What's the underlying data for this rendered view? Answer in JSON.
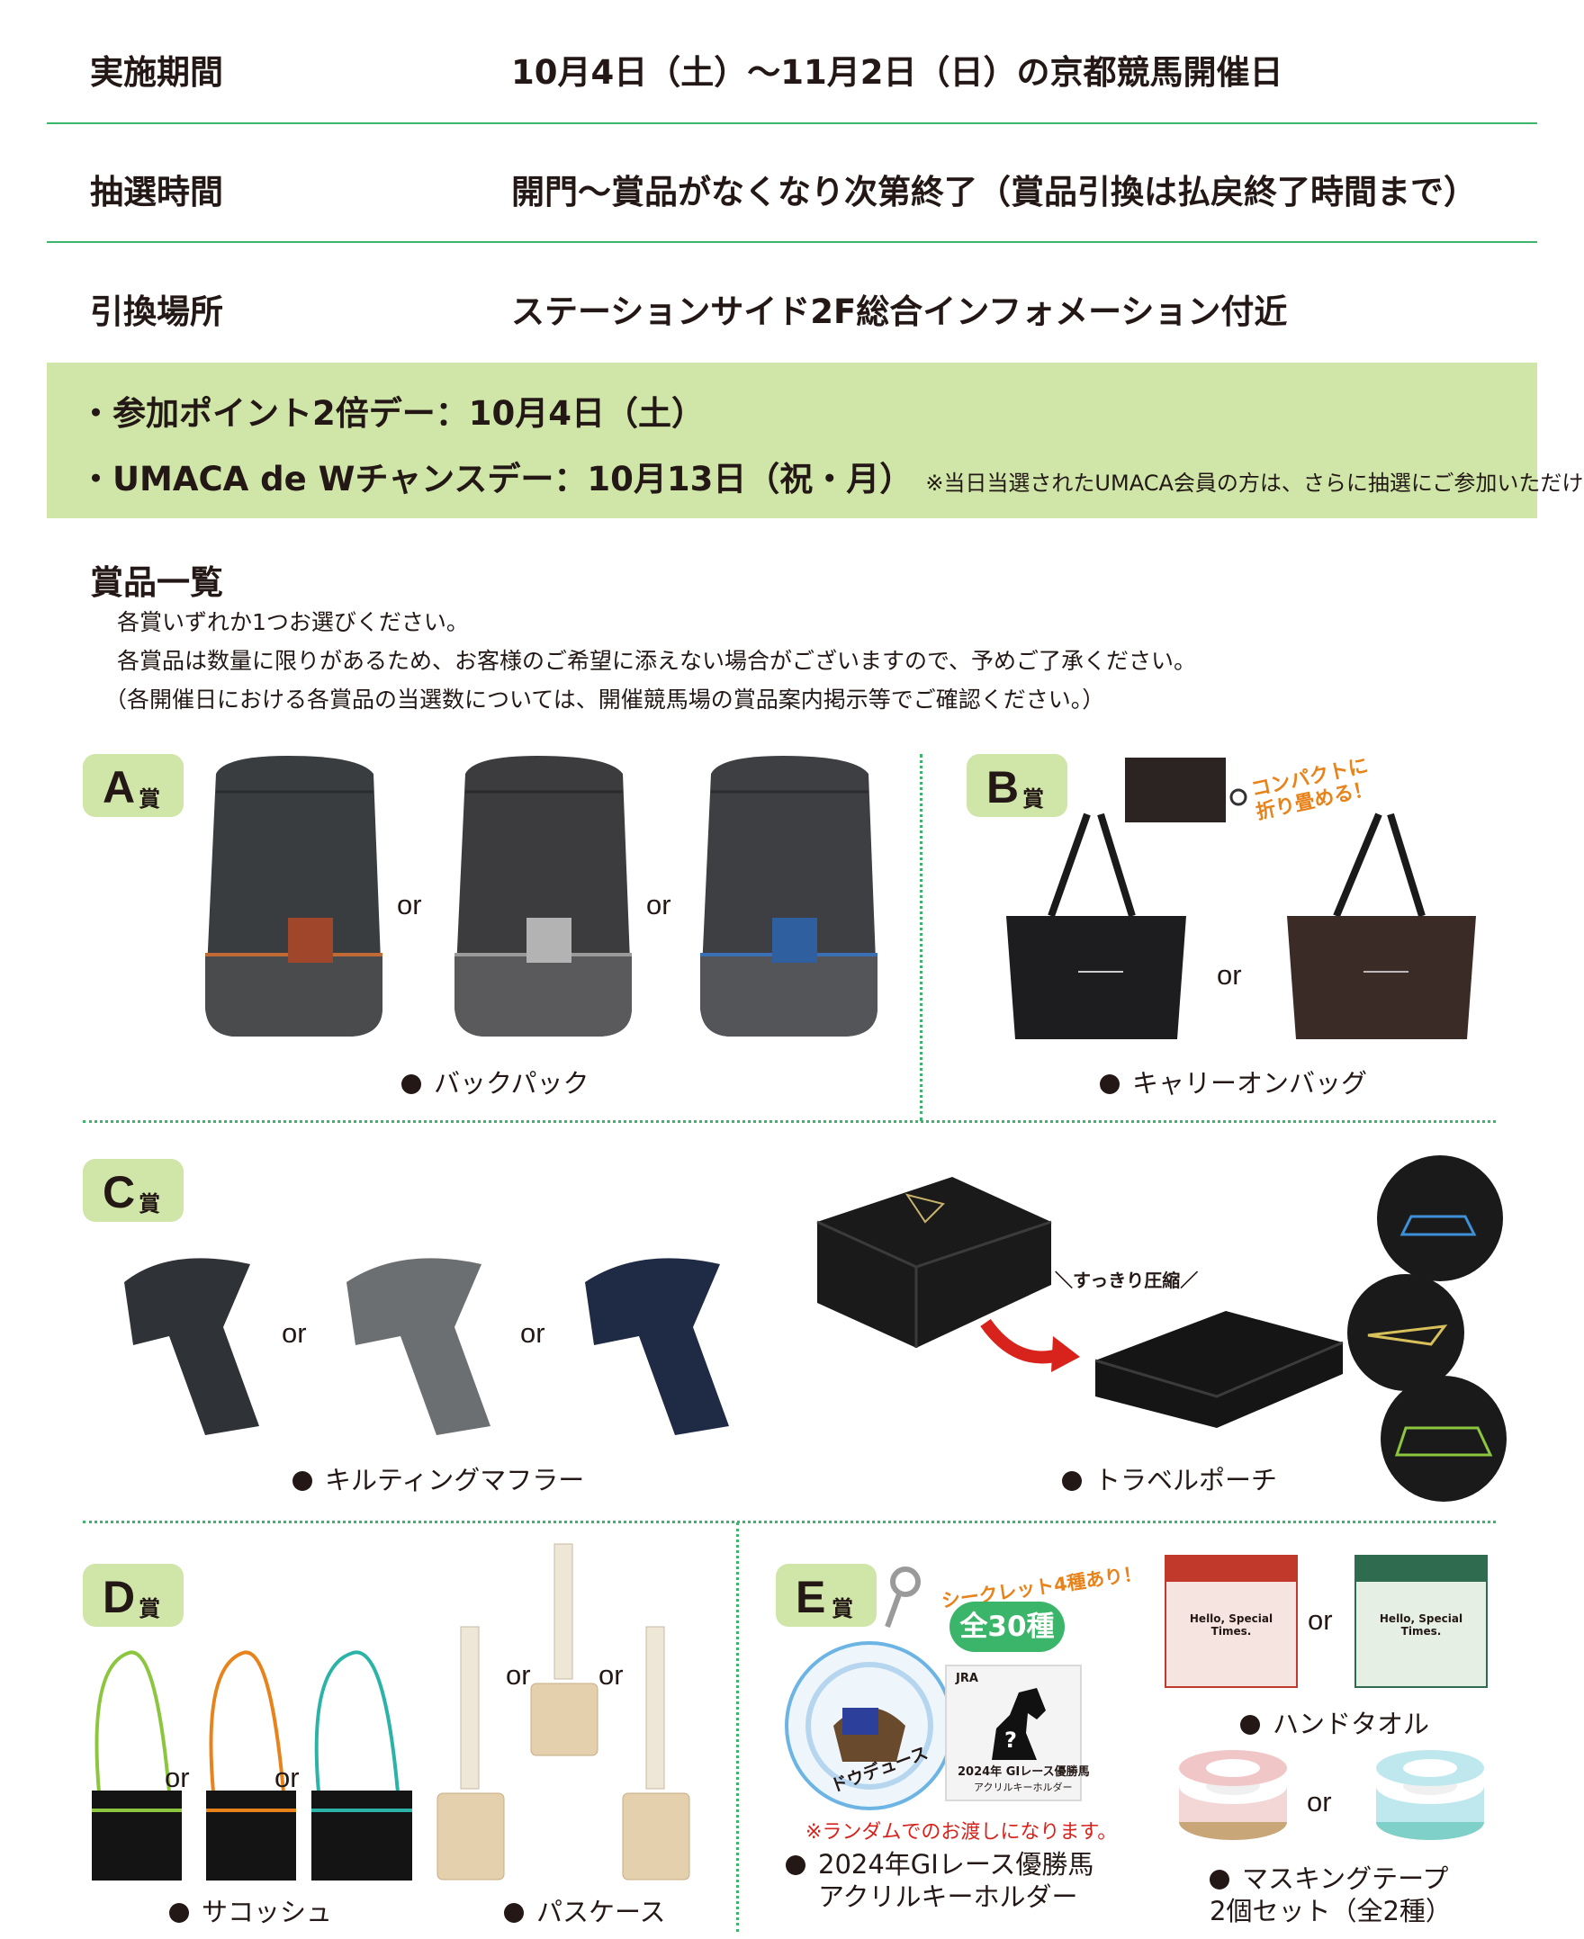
{
  "info_rows": [
    {
      "label": "実施期間",
      "value": "10月4日（土）～11月2日（日）の京都競馬開催日"
    },
    {
      "label": "抽選時間",
      "value": "開門～賞品がなくなり次第終了（賞品引換は払戻終了時間まで）"
    },
    {
      "label": "引換場所",
      "value": "ステーションサイド2F総合インフォメーション付近"
    }
  ],
  "campaign": {
    "line1": "・参加ポイント2倍デー：10月4日（土）",
    "line2": "・UMACA de Wチャンスデー：10月13日（祝・月）",
    "line2_note": "※当日当選されたUMACA会員の方は、さらに抽選にご参加いただけます。"
  },
  "prizes_heading": "賞品一覧",
  "notes": [
    "各賞いずれか1つお選びください。",
    "各賞品は数量に限りがあるため、お客様のご希望に添えない場合がございますので、予めご了承ください。",
    "（各開催日における各賞品の当選数については、開催競馬場の賞品案内掲示等でご確認ください。）"
  ],
  "or_text": "or",
  "prizes": {
    "a": {
      "letter": "A",
      "suffix": "賞",
      "caption": "バックパック"
    },
    "b": {
      "letter": "B",
      "suffix": "賞",
      "caption": "キャリーオンバッグ",
      "callout": "コンパクトに\n折り畳める！"
    },
    "c": {
      "letter": "C",
      "suffix": "賞",
      "caption1": "キルティングマフラー",
      "caption2": "トラベルポーチ",
      "compress": "＼すっきり圧縮／"
    },
    "d": {
      "letter": "D",
      "suffix": "賞",
      "caption1": "サコッシュ",
      "caption2": "パスケース"
    },
    "e": {
      "letter": "E",
      "suffix": "賞",
      "secret": "シークレット4種あり！",
      "total": "全30種",
      "random_note": "※ランダムでのお渡しになります。",
      "caption1_l1": "2024年GIレース優勝馬",
      "caption1_l2": "アクリルキーホルダー",
      "caption2": "ハンドタオル",
      "caption3_l1": "マスキングテープ",
      "caption3_l2": "2個セット（全2種）",
      "box_label": "2024年 GIレース優勝馬",
      "box_sub": "アクリルキーホルダー",
      "keyholder_name": "ドウデュース",
      "towel_text": "Hello, Special Times.",
      "jra": "JRA"
    }
  },
  "colors": {
    "accent_green": "#3bb56a",
    "band_green": "#cfe6a8",
    "text": "#231815",
    "red": "#d8231c",
    "orange": "#e8831b"
  }
}
